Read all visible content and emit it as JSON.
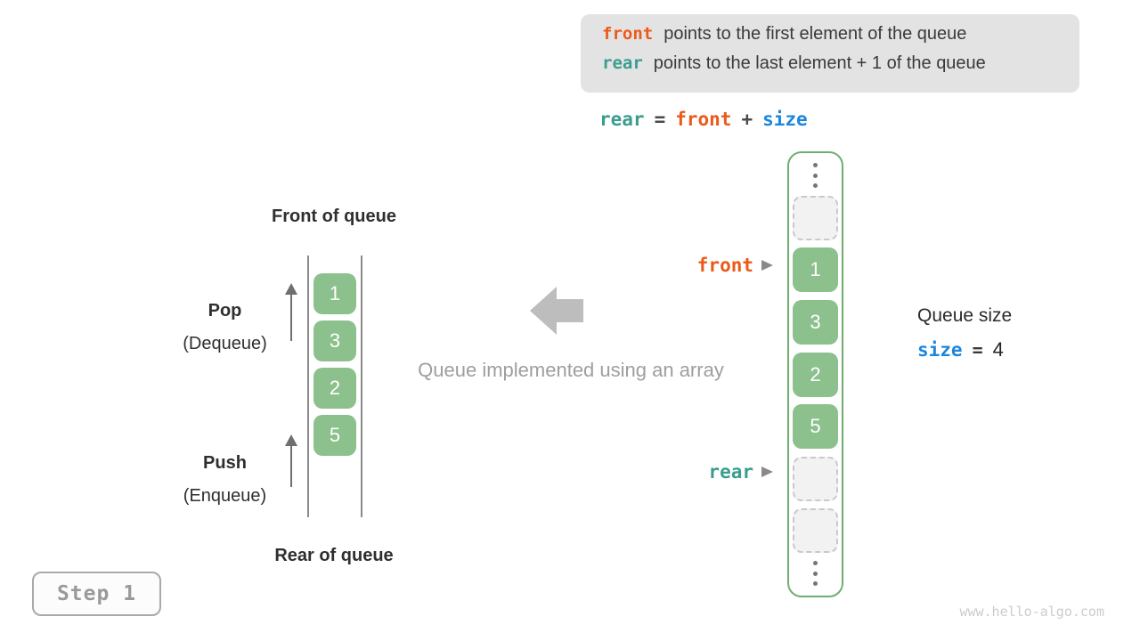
{
  "colors": {
    "orange": "#ec5a1a",
    "teal": "#3a9d8e",
    "blue": "#1c87dd",
    "green_fill": "#8cc08c",
    "green_border": "#6fae6f",
    "legend_background": "#e3e3e3",
    "gray_text": "#9e9e9e"
  },
  "legend": {
    "items": [
      {
        "code": "front",
        "role": "orange",
        "text": "points to the first element of the queue"
      },
      {
        "code": "rear",
        "role": "teal",
        "text": "points to the last element + 1 of the queue"
      }
    ]
  },
  "formula": {
    "tokens": [
      {
        "text": "rear",
        "role": "teal"
      },
      {
        "text": "=",
        "role": "dark"
      },
      {
        "text": "front",
        "role": "orange"
      },
      {
        "text": "+",
        "role": "dark"
      },
      {
        "text": "size",
        "role": "blue"
      }
    ]
  },
  "left_diagram": {
    "front_label": "Front of queue",
    "rear_label": "Rear of queue",
    "values": [
      "1",
      "3",
      "2",
      "5"
    ],
    "pop_label": "Pop",
    "pop_sublabel": "(Dequeue)",
    "push_label": "Push",
    "push_sublabel": "(Enqueue)"
  },
  "center": {
    "caption": "Queue implemented using an array"
  },
  "right_diagram": {
    "front_pointer": "front",
    "rear_pointer": "rear",
    "cells": [
      {
        "type": "ellipsis"
      },
      {
        "type": "empty"
      },
      {
        "type": "value",
        "value": "1"
      },
      {
        "type": "value",
        "value": "3"
      },
      {
        "type": "value",
        "value": "2"
      },
      {
        "type": "value",
        "value": "5"
      },
      {
        "type": "empty"
      },
      {
        "type": "empty"
      },
      {
        "type": "ellipsis"
      }
    ]
  },
  "queue_size": {
    "title": "Queue size",
    "variable": "size",
    "operator": "=",
    "value": "4"
  },
  "step_badge": {
    "label": "Step 1"
  },
  "watermark": "www.hello-algo.com"
}
